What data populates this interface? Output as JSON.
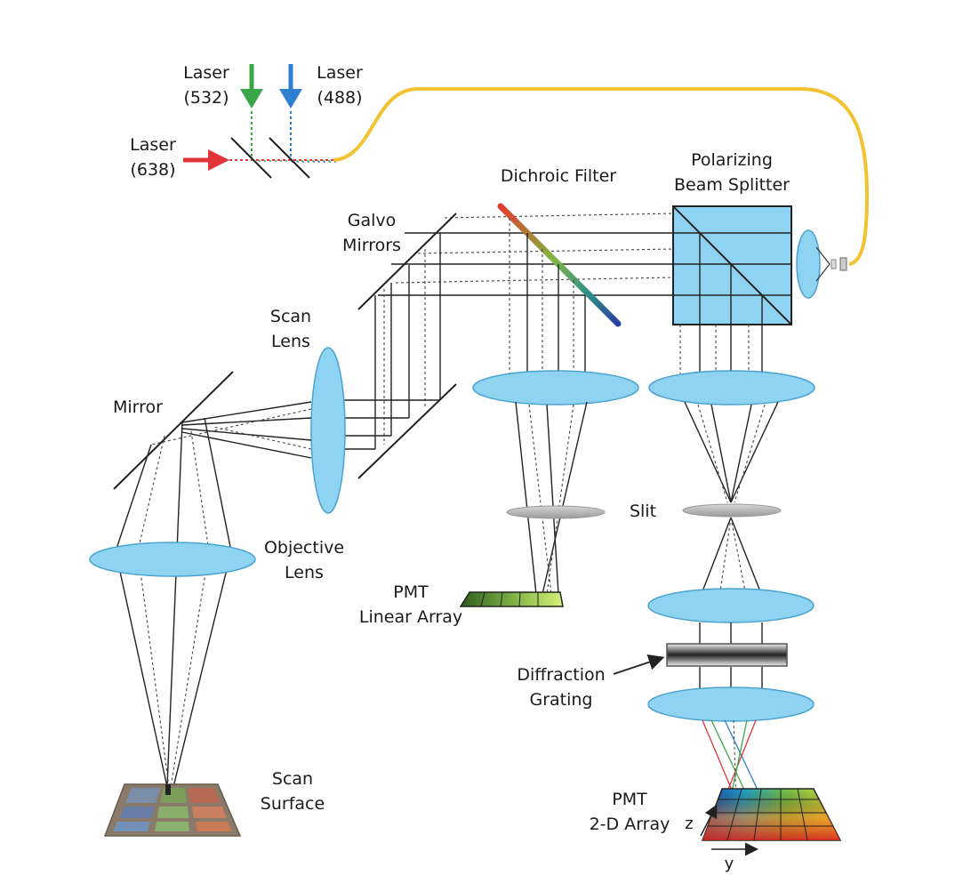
{
  "labels": {
    "laser_532": [
      "Laser",
      "(532)"
    ],
    "laser_488": [
      "Laser",
      "(488)"
    ],
    "laser_638": [
      "Laser",
      "(638)"
    ],
    "dichroic_filter": "Dichroic Filter",
    "polarizing_beam_splitter": [
      "Polarizing",
      "Beam Splitter"
    ],
    "galvo_mirrors": [
      "Galvo",
      "Mirrors"
    ],
    "scan_lens": [
      "Scan",
      "Lens"
    ],
    "mirror": "Mirror",
    "objective_lens": [
      "Objective",
      "Lens"
    ],
    "pmt_linear_array": [
      "PMT",
      "Linear Array"
    ],
    "slit": "Slit",
    "diffraction_grating": [
      "Diffraction",
      "Grating"
    ],
    "scan_surface": [
      "Scan",
      "Surface"
    ],
    "pmt_2d_array": [
      "PMT",
      "2-D Array"
    ],
    "axis_z": "z",
    "axis_y": "y"
  },
  "colors": {
    "laser_green": "#3aa64a",
    "laser_blue": "#2f7fd1",
    "laser_red": "#e0363a",
    "fiber": "#f2c230",
    "lens_fill": "#8fd3f2",
    "splitter_fill": "#8fd3f2"
  }
}
